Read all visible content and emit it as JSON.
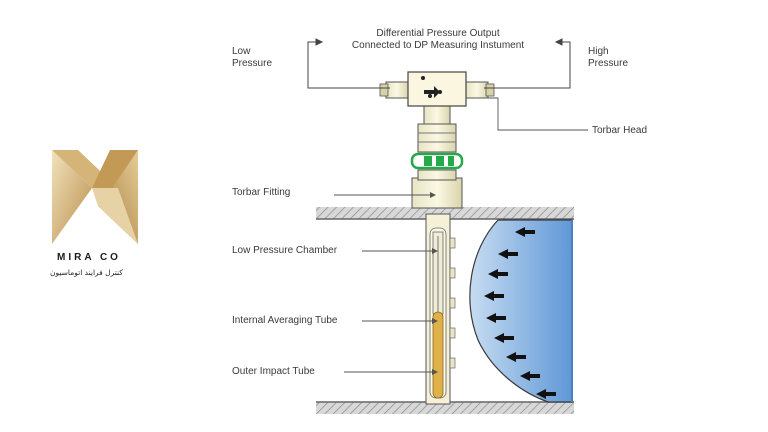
{
  "brand": {
    "name": "MIRA CO",
    "tagline": "کنترل فرایند اتوماسیون",
    "colors": {
      "gold_light": "#e9d3a4",
      "gold_mid": "#c9a15e",
      "gold_dark": "#a9803e"
    }
  },
  "labels": {
    "output_title_line1": "Differential Pressure Output",
    "output_title_line2": "Connected to DP Measuring Instument",
    "low_pressure_line1": "Low",
    "low_pressure_line2": "Pressure",
    "high_pressure_line1": "High",
    "high_pressure_line2": "Pressure",
    "torbar_head": "Torbar Head",
    "torbar_fitting": "Torbar Fitting",
    "low_pressure_chamber": "Low Pressure Chamber",
    "internal_averaging_tube": "Internal Averaging Tube",
    "outer_impact_tube": "Outer Impact Tube"
  },
  "colors": {
    "flow": "#7fb0e0",
    "flow_dark": "#3c78c4",
    "tube_fill": "#e0b04a",
    "fitting": "#f3efc9",
    "pipe_hatch": "#8a8a8a",
    "badge": "#26a84a"
  }
}
